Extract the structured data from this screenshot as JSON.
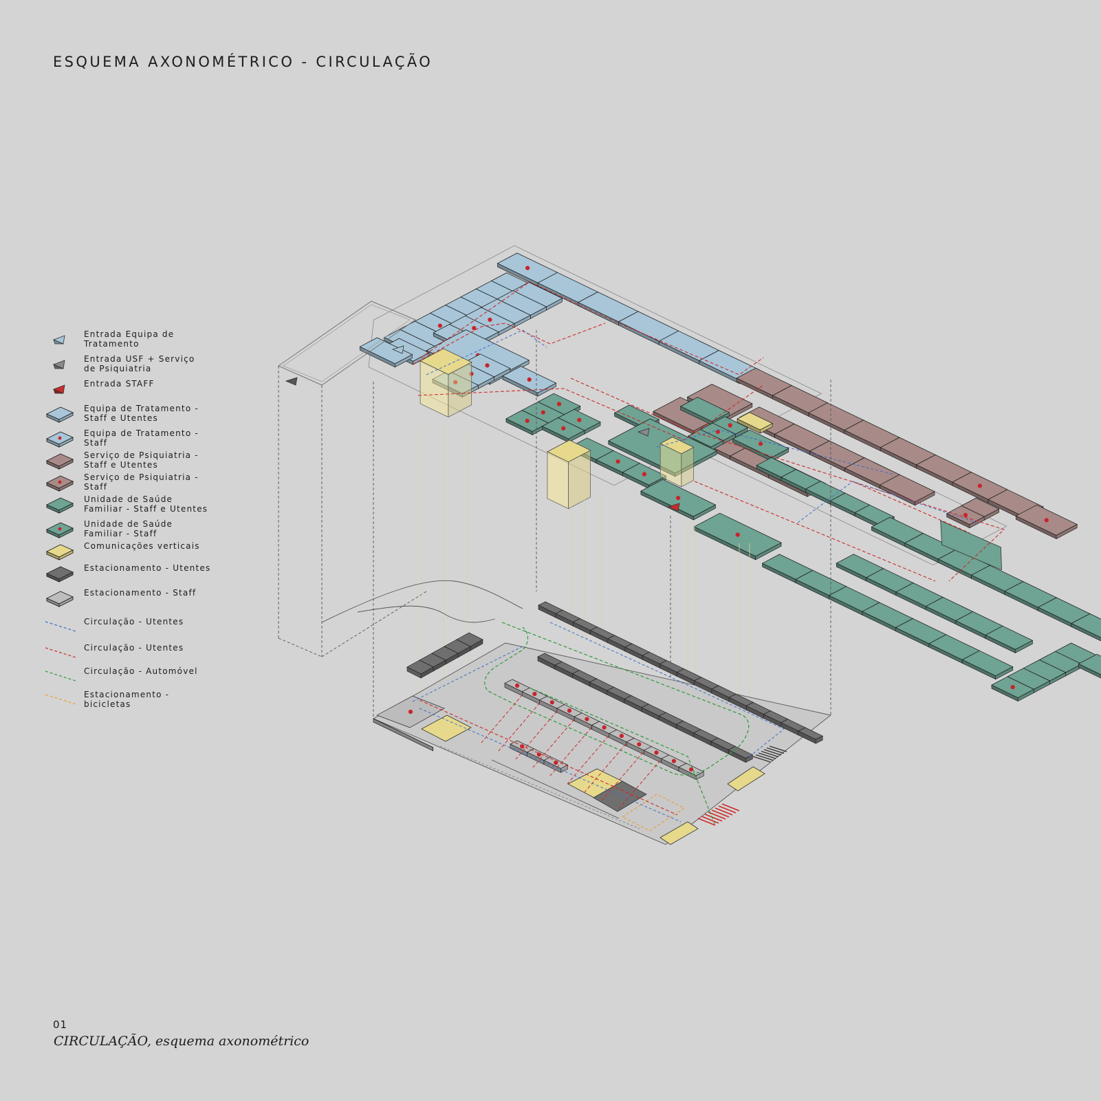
{
  "title": "ESQUEMA AXONOMÉTRICO - CIRCULAÇÃO",
  "figure": {
    "number": "01",
    "caption": "CIRCULAÇÃO, esquema axonométrico"
  },
  "colors": {
    "background": "#d4d4d4",
    "equipa_tratamento": "#a8c6d8",
    "servico_psiquiatria": "#a88b88",
    "unidade_saude_familiar": "#6fa394",
    "comunicacoes_verticais": "#e6d98c",
    "estacionamento_utentes": "#7c7c7c",
    "estacionamento_staff": "#bdbdbd",
    "circulacao_utentes_azul": "#3d6ec9",
    "circulacao_utentes_vermelho": "#cc2b2b",
    "circulacao_automovel": "#2e9a3e",
    "estacionamento_bicicletas": "#e8a030",
    "staff_dot": "#c8242a"
  },
  "legend": [
    {
      "label": "Entrada Equipa de\nTratamento",
      "icon": "entrance-blue-triangle-icon",
      "kind": "entrance",
      "color": "#a8c6d8"
    },
    {
      "label": "Entrada USF + Serviço\nde Psiquiatria",
      "icon": "entrance-grey-triangle-icon",
      "kind": "entrance",
      "color": "#8a8a8a"
    },
    {
      "label": "Entrada STAFF",
      "icon": "entrance-red-triangle-icon",
      "kind": "entrance",
      "color": "#cc2b2b"
    },
    {
      "label": "Equipa de Tratamento -\nStaff e Utentes",
      "icon": "blue-slab-icon",
      "kind": "slab",
      "color": "#a8c6d8",
      "dot": false
    },
    {
      "label": "Equipa de Tratamento -\nStaff",
      "icon": "blue-slab-dot-icon",
      "kind": "slab",
      "color": "#a8c6d8",
      "dot": true
    },
    {
      "label": "Serviço de Psiquiatria -\nStaff e Utentes",
      "icon": "mauve-slab-icon",
      "kind": "slab",
      "color": "#a88b88",
      "dot": false
    },
    {
      "label": "Serviço de Psiquiatria -\nStaff",
      "icon": "mauve-slab-dot-icon",
      "kind": "slab",
      "color": "#a88b88",
      "dot": true
    },
    {
      "label": "Unidade de Saúde\nFamiliar - Staff e Utentes",
      "icon": "green-slab-icon",
      "kind": "slab",
      "color": "#6fa394",
      "dot": false
    },
    {
      "label": "Unidade de Saúde\nFamiliar - Staff",
      "icon": "green-slab-dot-icon",
      "kind": "slab",
      "color": "#6fa394",
      "dot": true
    },
    {
      "label": "Comunicações verticais",
      "icon": "yellow-slab-icon",
      "kind": "slab",
      "color": "#e6d98c",
      "dot": false
    },
    {
      "label": "Estacionamento - Utentes",
      "icon": "dark-grey-slab-icon",
      "kind": "slab",
      "color": "#6f6f6f",
      "dot": false
    },
    {
      "label": "Estacionamento - Staff",
      "icon": "light-grey-slab-icon",
      "kind": "slab",
      "color": "#bdbdbd",
      "dot": false
    },
    {
      "label": "Circulação - Utentes",
      "icon": "blue-dashed-line-icon",
      "kind": "line",
      "color": "#3d6ec9"
    },
    {
      "label": "Circulação - Utentes",
      "icon": "red-dashed-line-icon",
      "kind": "line",
      "color": "#cc2b2b"
    },
    {
      "label": "Circulação - Automóvel",
      "icon": "green-dashed-line-icon",
      "kind": "line",
      "color": "#2e9a3e"
    },
    {
      "label": "Estacionamento -\nbicicletas",
      "icon": "orange-dashed-line-icon",
      "kind": "line",
      "color": "#e8a030"
    }
  ]
}
